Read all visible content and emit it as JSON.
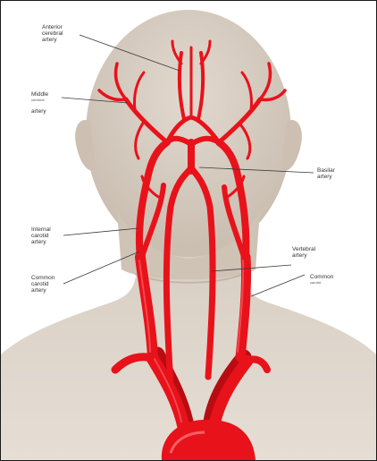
{
  "labels": {
    "anterior_cerebral": {
      "lines": "Anterior\ncerebral\nartery"
    },
    "middle_cerebral": {
      "line1": "Middle",
      "small": "cerebral",
      "line3": "artery"
    },
    "basilar": {
      "lines": "Basilar\nartery"
    },
    "internal_carotid": {
      "lines": "Internal\ncarotid\nartery"
    },
    "vertebral": {
      "lines": "Vertebral\nartery"
    },
    "common_carotid_left": {
      "lines": "Common\ncarotid\nartery"
    },
    "common_carotid_right": {
      "line1": "Common",
      "small": "carotid"
    }
  },
  "colors": {
    "artery": "#e8121b",
    "artery_dark": "#b80c12",
    "skin": "#d9cfc4",
    "skin_shadow": "#c4b8ab",
    "background": "#ffffff",
    "border": "#1a1a1a",
    "label_text": "#333333"
  },
  "icons": [
    "head-silhouette",
    "arterial-tree",
    "aortic-arch"
  ]
}
